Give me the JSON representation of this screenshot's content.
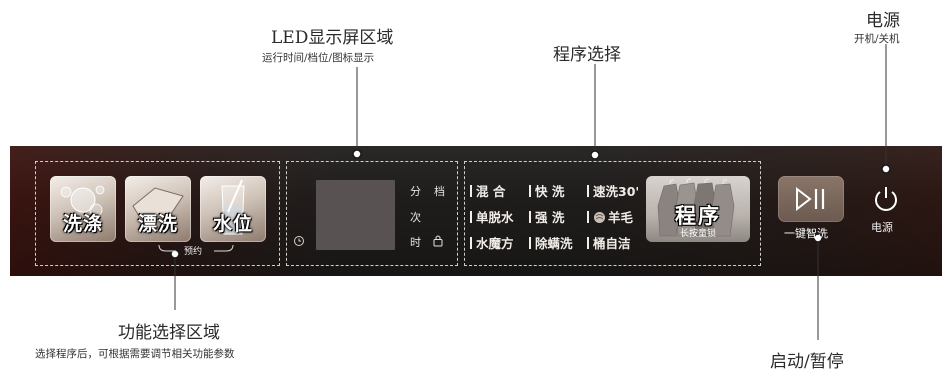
{
  "callouts": {
    "led": {
      "title": "LED显示屏区域",
      "sub": "运行时间/档位/图标显示"
    },
    "program": {
      "title": "程序选择"
    },
    "power": {
      "title": "电源",
      "sub": "开机/关机"
    },
    "function": {
      "title": "功能选择区域",
      "sub": "选择程序后，可根据需要调节相关功能参数"
    },
    "start": {
      "title": "启动/暂停"
    }
  },
  "functions": {
    "items": [
      {
        "label": "洗涤",
        "icon": "water-droplets-icon"
      },
      {
        "label": "漂洗",
        "icon": "clothes-rinse-icon"
      },
      {
        "label": "水位",
        "icon": "water-glass-icon"
      }
    ],
    "reservation_label": "预约"
  },
  "led": {
    "indicators": [
      "分",
      "档",
      "次",
      "时"
    ],
    "clock_icon": "clock-icon",
    "lock_icon": "child-lock-icon"
  },
  "programs": {
    "rows": [
      [
        "混  合",
        "快  洗",
        "速洗30'"
      ],
      [
        "单脱水",
        "强  洗",
        "羊毛"
      ],
      [
        "水魔方",
        "除螨洗",
        "桶自洁"
      ]
    ],
    "wool_icon": "wool-icon",
    "button_label": "程序",
    "button_sub": "长按童锁"
  },
  "start": {
    "sub": "一键智洗",
    "icon": "play-pause-icon"
  },
  "power": {
    "label": "电源",
    "icon": "power-icon"
  },
  "colors": {
    "panel": "#1f1d1c",
    "panel_edge": "#3a1410",
    "accent_brown": "#7a6558",
    "screen": "#585352"
  }
}
